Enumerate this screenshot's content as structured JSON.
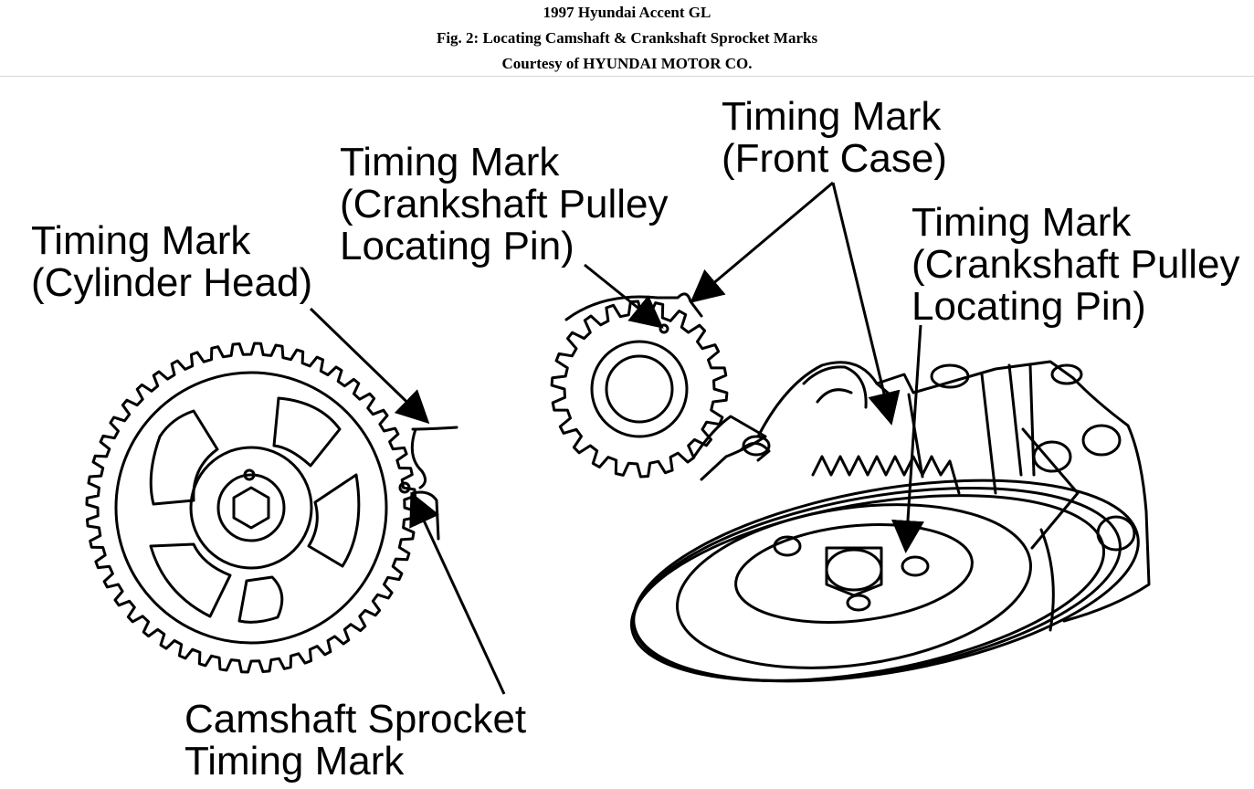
{
  "header": {
    "title": "1997 Hyundai Accent GL",
    "figure": "Fig. 2: Locating Camshaft & Crankshaft Sprocket Marks",
    "courtesy": "Courtesy of HYUNDAI MOTOR CO."
  },
  "labels": {
    "cylinder_head": [
      "Timing Mark",
      "(Cylinder Head)"
    ],
    "pulley_pin_left": [
      "Timing Mark",
      "(Crankshaft Pulley",
      "Locating Pin)"
    ],
    "front_case": [
      "Timing Mark",
      "(Front Case)"
    ],
    "pulley_pin_right": [
      "Timing Mark",
      "(Crankshaft Pulley",
      "Locating Pin)"
    ],
    "cam_sprocket": [
      "Camshaft Sprocket",
      "Timing Mark"
    ]
  }
}
